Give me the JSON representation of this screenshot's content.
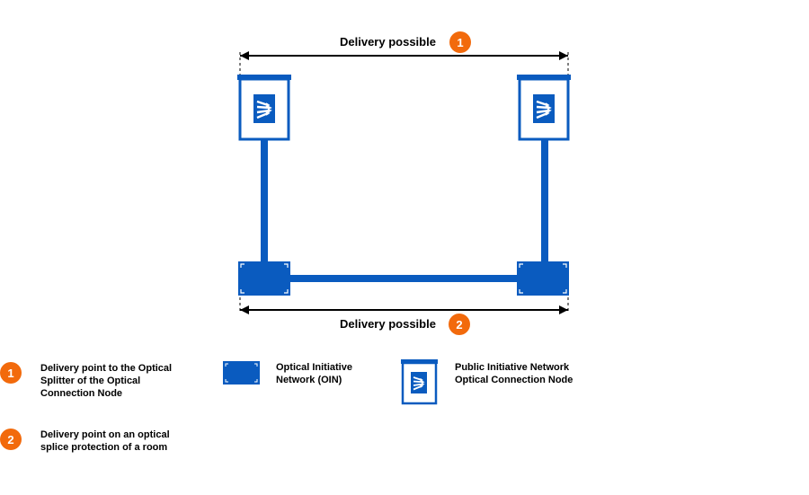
{
  "colors": {
    "network": "#0a5bbf",
    "badge": "#f26a0c",
    "line": "#000000"
  },
  "top_arrow": {
    "label": "Delivery possible",
    "badge": "1"
  },
  "bottom_arrow": {
    "label": "Delivery possible",
    "badge": "2"
  },
  "legend": {
    "item1": {
      "badge": "1",
      "text": "Delivery point to the Optical Splitter of the Optical Connection Node"
    },
    "item2": {
      "badge": "2",
      "text": "Delivery point on an optical splice protection of a room"
    },
    "oin": {
      "icon": "oin-box-icon",
      "text": "Optical Initiative Network (OIN)"
    },
    "node": {
      "icon": "optical-connection-node-icon",
      "text": "Public Initiative Network Optical Connection Node"
    }
  }
}
